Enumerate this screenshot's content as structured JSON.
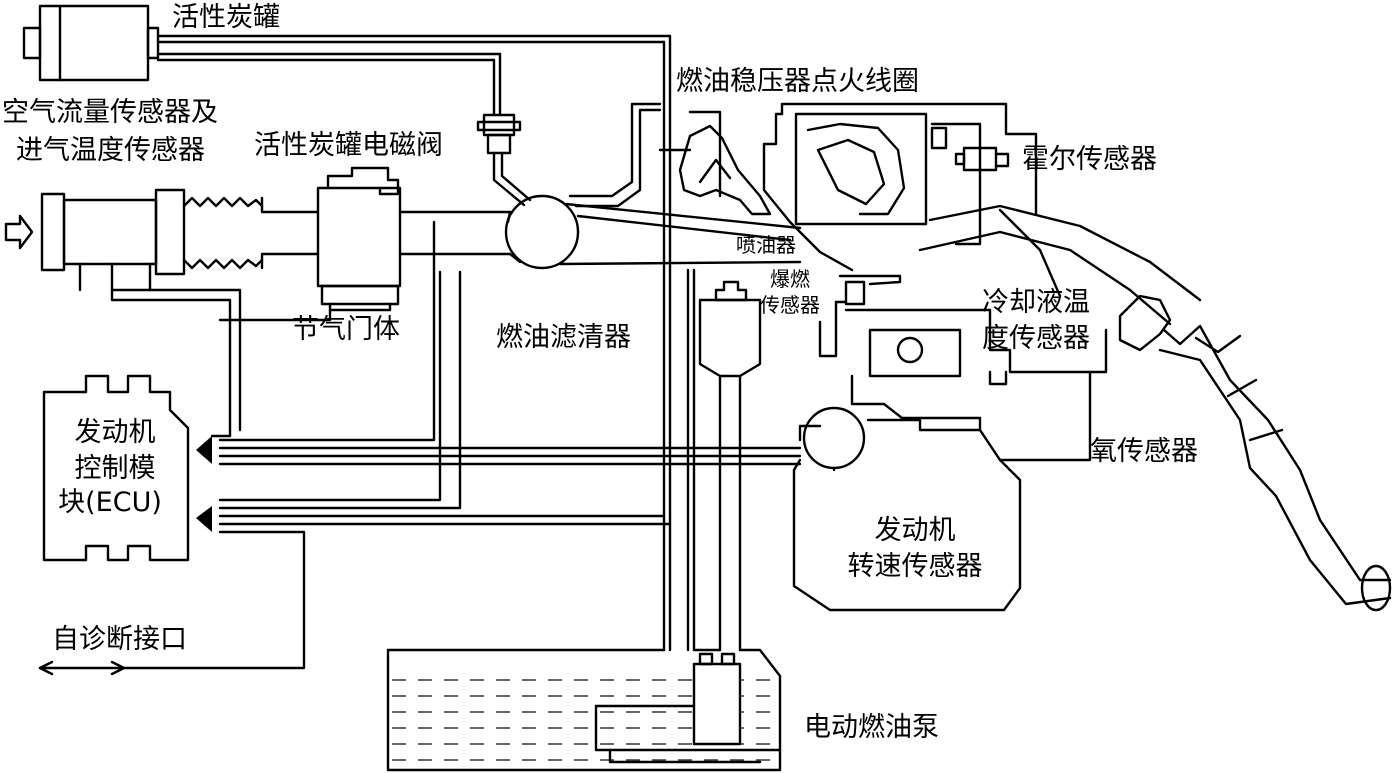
{
  "labels": {
    "carbon_canister": "活性炭罐",
    "maf_sensor_line1": "空气流量传感器及",
    "maf_sensor_line2": "进气温度传感器",
    "canister_solenoid": "活性炭罐电磁阀",
    "fuel_regulator_ignition_coil": "燃油稳压器点火线圈",
    "hall_sensor": "霍尔传感器",
    "injector": "喷油器",
    "knock_line1": "爆燃",
    "knock_line2": "传感器",
    "throttle_body": "节气门体",
    "fuel_filter": "燃油滤清器",
    "coolant_line1": "冷却液温",
    "coolant_line2": "度传感器",
    "ecu_line1": "发动机",
    "ecu_line2": "控制模",
    "ecu_line3": "块(ECU)",
    "oxygen_sensor": "氧传感器",
    "rpm_line1": "发动机",
    "rpm_line2": "转速传感器",
    "diagnostic_port": "自诊断接口",
    "electric_fuel_pump": "电动燃油泵"
  }
}
